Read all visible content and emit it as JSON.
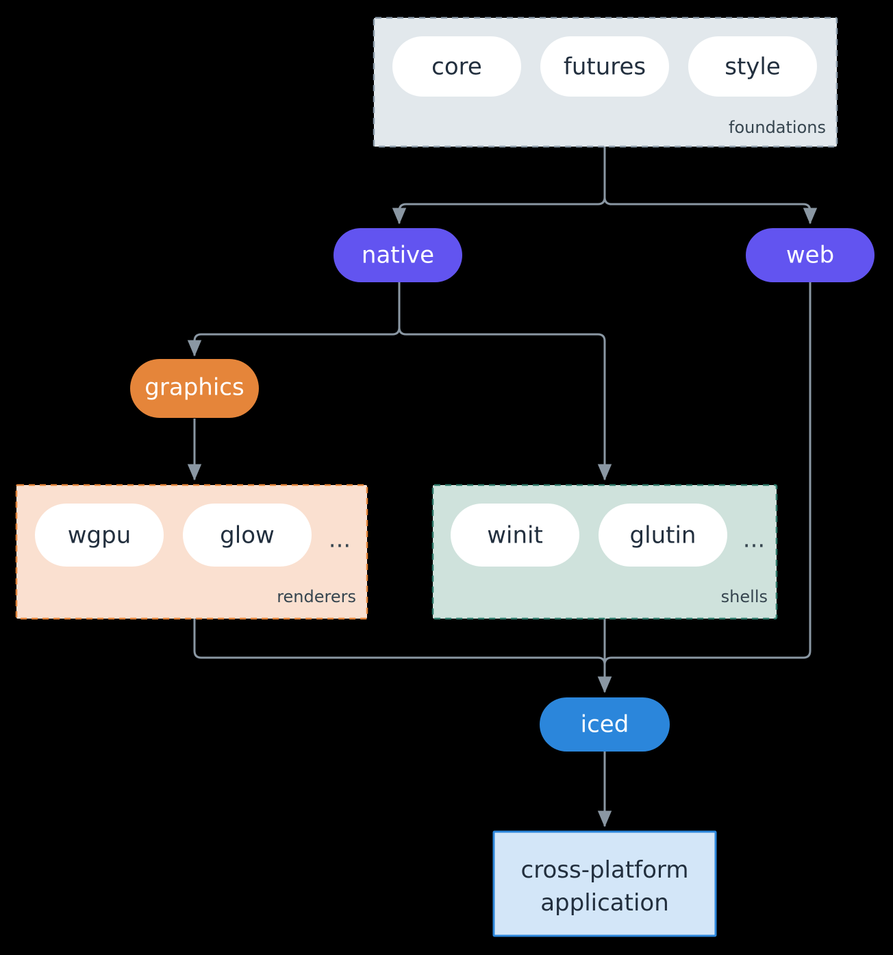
{
  "diagram": {
    "type": "architecture-flowchart",
    "background_color": "#000000",
    "edge_color": "#8a97a3",
    "groups": [
      {
        "id": "foundations",
        "label": "foundations",
        "fill": "#e2e8ec",
        "border_color": "#8a9aa8",
        "border_style": "dashed",
        "nodes": [
          {
            "id": "core",
            "label": "core",
            "shape": "stadium",
            "fill": "#ffffff",
            "text_color": "#222f3e"
          },
          {
            "id": "futures",
            "label": "futures",
            "shape": "stadium",
            "fill": "#ffffff",
            "text_color": "#222f3e"
          },
          {
            "id": "style",
            "label": "style",
            "shape": "stadium",
            "fill": "#ffffff",
            "text_color": "#222f3e"
          }
        ]
      },
      {
        "id": "renderers",
        "label": "renderers",
        "fill": "#fae0d0",
        "border_color": "#e5853a",
        "border_style": "dashed",
        "nodes": [
          {
            "id": "wgpu",
            "label": "wgpu",
            "shape": "stadium",
            "fill": "#ffffff",
            "text_color": "#222f3e"
          },
          {
            "id": "glow",
            "label": "glow",
            "shape": "stadium",
            "fill": "#ffffff",
            "text_color": "#222f3e"
          },
          {
            "id": "renderers-more",
            "label": "...",
            "shape": "text",
            "fill": "none",
            "text_color": "#36454f"
          }
        ]
      },
      {
        "id": "shells",
        "label": "shells",
        "fill": "#cfe2dc",
        "border_color": "#2f7a6a",
        "border_style": "dashed",
        "nodes": [
          {
            "id": "winit",
            "label": "winit",
            "shape": "stadium",
            "fill": "#ffffff",
            "text_color": "#222f3e"
          },
          {
            "id": "glutin",
            "label": "glutin",
            "shape": "stadium",
            "fill": "#ffffff",
            "text_color": "#222f3e"
          },
          {
            "id": "shells-more",
            "label": "...",
            "shape": "text",
            "fill": "none",
            "text_color": "#36454f"
          }
        ]
      }
    ],
    "nodes": [
      {
        "id": "native",
        "label": "native",
        "shape": "stadium",
        "fill": "#6254f0",
        "text_color": "#ffffff"
      },
      {
        "id": "web",
        "label": "web",
        "shape": "stadium",
        "fill": "#6254f0",
        "text_color": "#ffffff"
      },
      {
        "id": "graphics",
        "label": "graphics",
        "shape": "stadium",
        "fill": "#e5853a",
        "text_color": "#ffffff"
      },
      {
        "id": "iced",
        "label": "iced",
        "shape": "stadium",
        "fill": "#2b86db",
        "text_color": "#ffffff"
      },
      {
        "id": "application",
        "label_line1": "cross-platform",
        "label_line2": "application",
        "shape": "rect",
        "fill": "#d3e6f8",
        "border_color": "#2c87dc",
        "text_color": "#222f3e"
      }
    ],
    "edges": [
      {
        "from": "foundations",
        "to": "native",
        "arrow": true
      },
      {
        "from": "foundations",
        "to": "web",
        "arrow": true
      },
      {
        "from": "native",
        "to": "graphics",
        "arrow": true
      },
      {
        "from": "native",
        "to": "shells",
        "arrow": true
      },
      {
        "from": "graphics",
        "to": "renderers",
        "arrow": true
      },
      {
        "from": "renderers",
        "to": "iced",
        "arrow": true
      },
      {
        "from": "shells",
        "to": "iced",
        "arrow": true
      },
      {
        "from": "web",
        "to": "iced",
        "arrow": true
      },
      {
        "from": "iced",
        "to": "application",
        "arrow": true
      }
    ]
  }
}
